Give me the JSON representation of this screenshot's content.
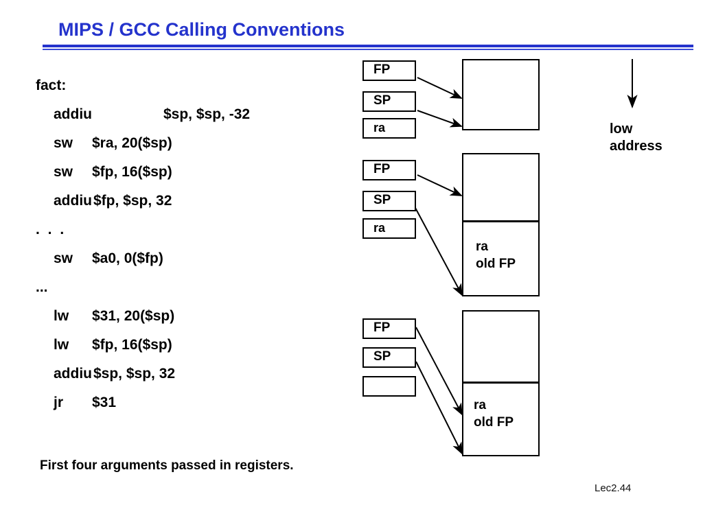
{
  "slide": {
    "title": "MIPS / GCC Calling Conventions",
    "footer": "Lec2.44",
    "footnote": "First four arguments passed in registers.",
    "accent_color": "#2433CC",
    "text_color": "#000000",
    "background_color": "#FFFFFF"
  },
  "code": {
    "lines": [
      {
        "kind": "label",
        "mnemonic": "fact:",
        "operands": ""
      },
      {
        "kind": "instr-wide",
        "mnemonic": "addiu",
        "operands": "$sp, $sp, -32"
      },
      {
        "kind": "instr",
        "mnemonic": "sw",
        "operands": "$ra, 20($sp)"
      },
      {
        "kind": "instr",
        "mnemonic": "sw",
        "operands": "$fp, 16($sp)"
      },
      {
        "kind": "instr-tight",
        "mnemonic": "addiu",
        "operands": "$fp, $sp, 32"
      },
      {
        "kind": "dots",
        "mnemonic": ". . .",
        "operands": ""
      },
      {
        "kind": "instr",
        "mnemonic": "sw",
        "operands": "$a0, 0($fp)"
      },
      {
        "kind": "dots2",
        "mnemonic": "...",
        "operands": ""
      },
      {
        "kind": "instr",
        "mnemonic": "lw",
        "operands": "$31, 20($sp)"
      },
      {
        "kind": "instr",
        "mnemonic": "lw",
        "operands": "$fp, 16($sp)"
      },
      {
        "kind": "instr-tight",
        "mnemonic": "addiu",
        "operands": "$sp, $sp, 32"
      },
      {
        "kind": "instr",
        "mnemonic": "jr",
        "operands": "$31"
      }
    ]
  },
  "diagram": {
    "groups": [
      {
        "name": "stack-state-1",
        "registers": [
          {
            "label": "FP"
          },
          {
            "label": "SP"
          },
          {
            "label": "ra"
          }
        ],
        "stack_cells": [
          {
            "label": ""
          }
        ]
      },
      {
        "name": "stack-state-2",
        "registers": [
          {
            "label": "FP"
          },
          {
            "label": "SP"
          },
          {
            "label": "ra"
          }
        ],
        "stack_cells": [
          {
            "label": ""
          },
          {
            "label": "ra\nold FP"
          }
        ]
      },
      {
        "name": "stack-state-3",
        "registers": [
          {
            "label": "FP"
          },
          {
            "label": "SP"
          },
          {
            "label": ""
          }
        ],
        "stack_cells": [
          {
            "label": ""
          },
          {
            "label": "ra\nold FP"
          }
        ]
      }
    ],
    "address_annotation": "low\naddress"
  }
}
